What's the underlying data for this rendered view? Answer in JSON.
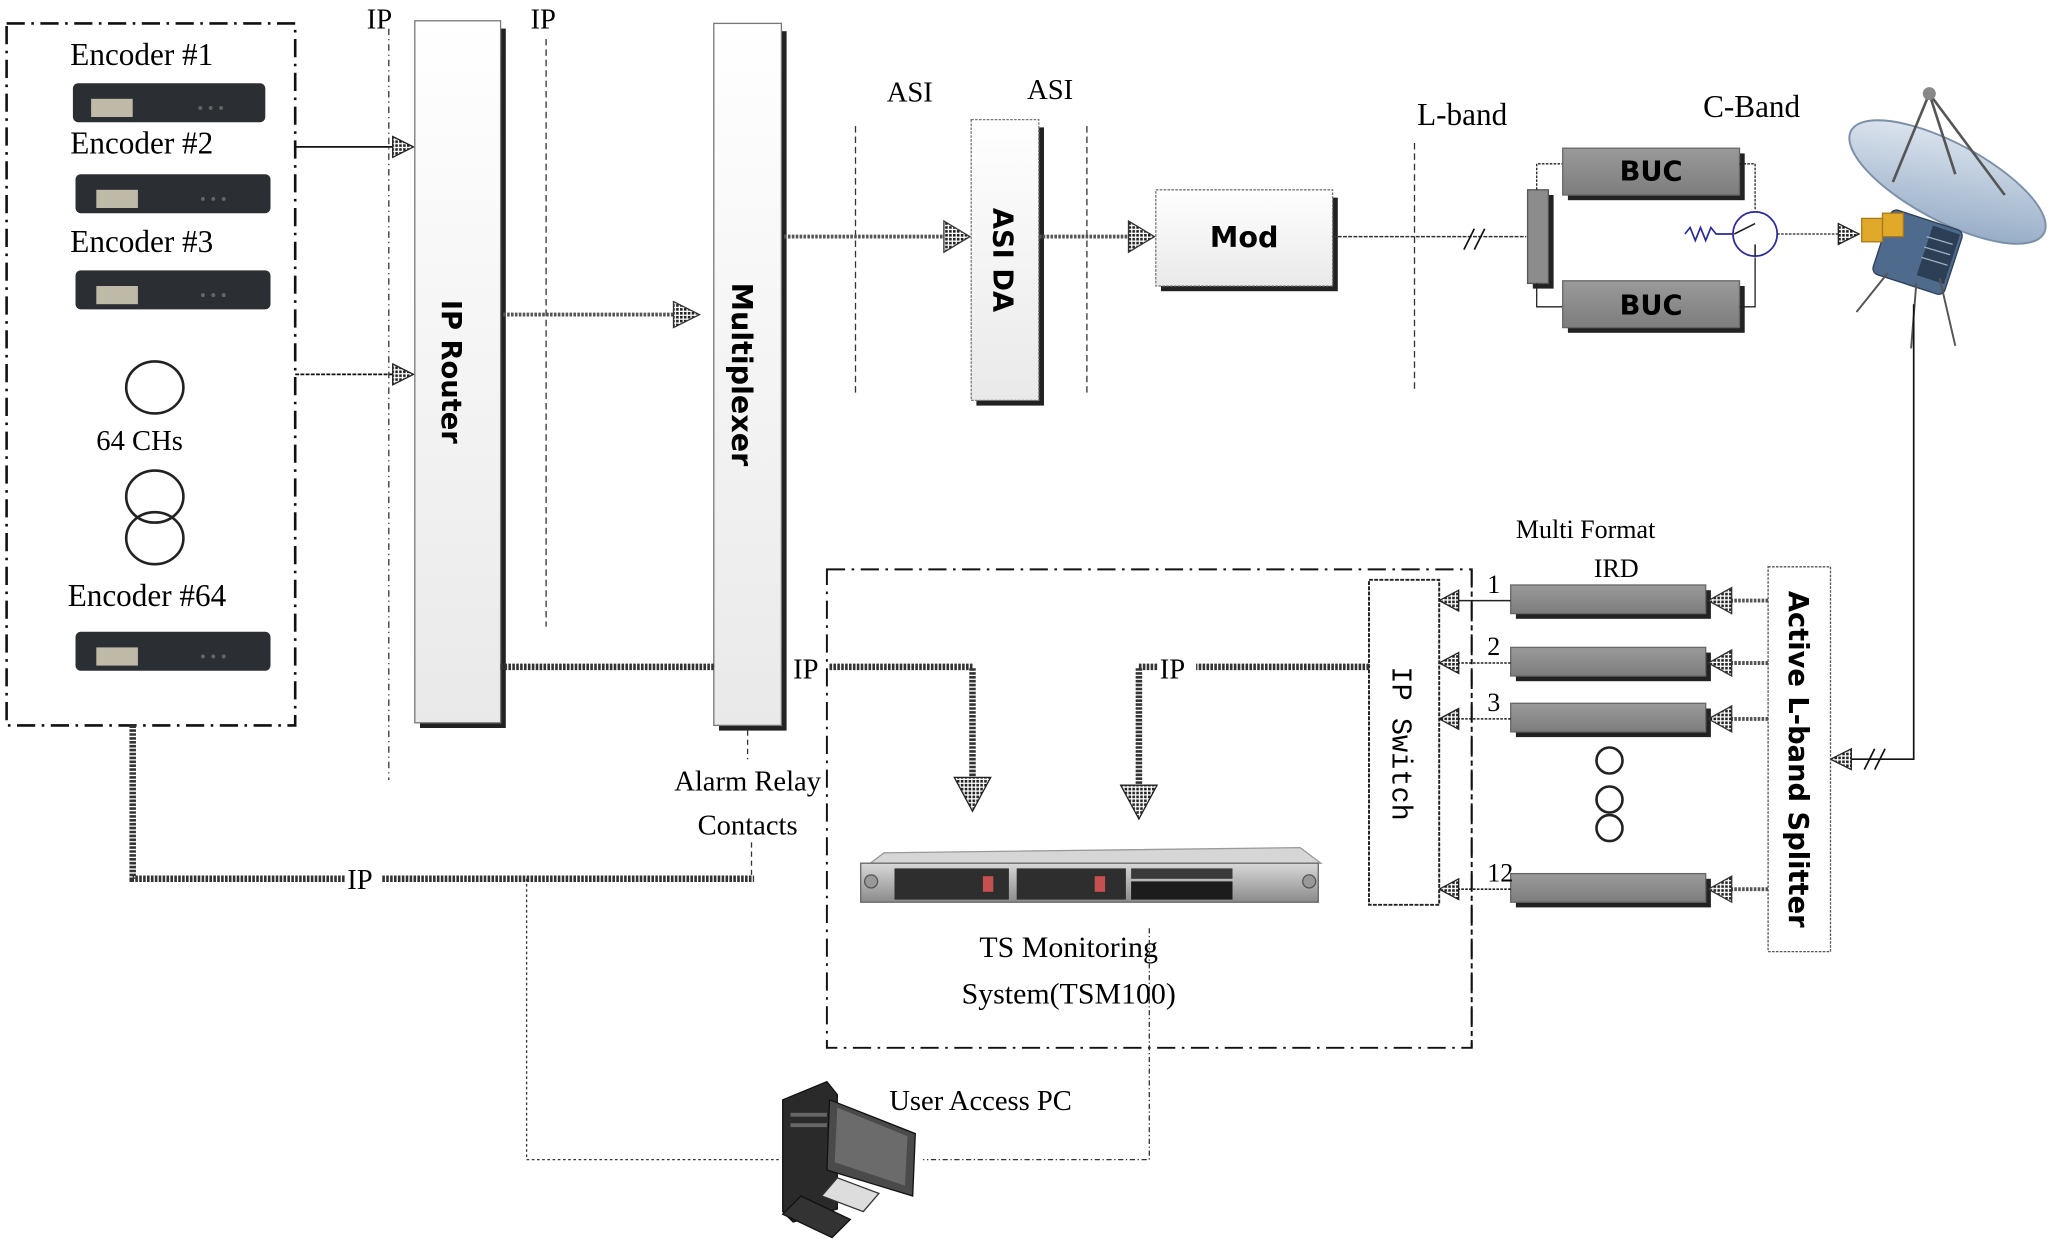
{
  "diagram": {
    "title": "Satellite uplink and TS monitoring system diagram",
    "encoders": {
      "items": [
        {
          "label": "Encoder #1"
        },
        {
          "label": "Encoder #2"
        },
        {
          "label": "Encoder #3"
        },
        {
          "label": "Encoder #64"
        }
      ],
      "channels_label": "64 CHs"
    },
    "labels": {
      "ip_top_1": "IP",
      "ip_top_2": "IP",
      "asi_1": "ASI",
      "asi_2": "ASI",
      "l_band": "L-band",
      "c_band": "C-Band",
      "ip_mux_out": "IP",
      "ip_switch_out": "IP",
      "ip_bottom": "IP",
      "alarm_relay_line1": "Alarm Relay",
      "alarm_relay_line2": "Contacts",
      "ird_line1": "Multi Format",
      "ird_line2": "IRD",
      "tsm_line1": "TS Monitoring",
      "tsm_line2": "System(TSM100)",
      "user_pc": "User Access PC"
    },
    "blocks": {
      "ip_router": "IP Router",
      "multiplexer": "Multiplexer",
      "asi_da": "ASI DA",
      "mod": "Mod",
      "buc_1": "BUC",
      "buc_2": "BUC",
      "ip_switch": "IP Switch",
      "splitter": "Active L-band Splitter"
    },
    "ird_channels": [
      "1",
      "2",
      "3",
      "12"
    ],
    "colors": {
      "line": "#111111",
      "block_fill": "#f2f2f2",
      "buc_fill": "#8c8c8c",
      "device_dark": "#2b2e33",
      "circulator": "#2a2a9a",
      "satellite_blue": "#6f8fb0",
      "satellite_gold": "#e0a92a"
    }
  }
}
